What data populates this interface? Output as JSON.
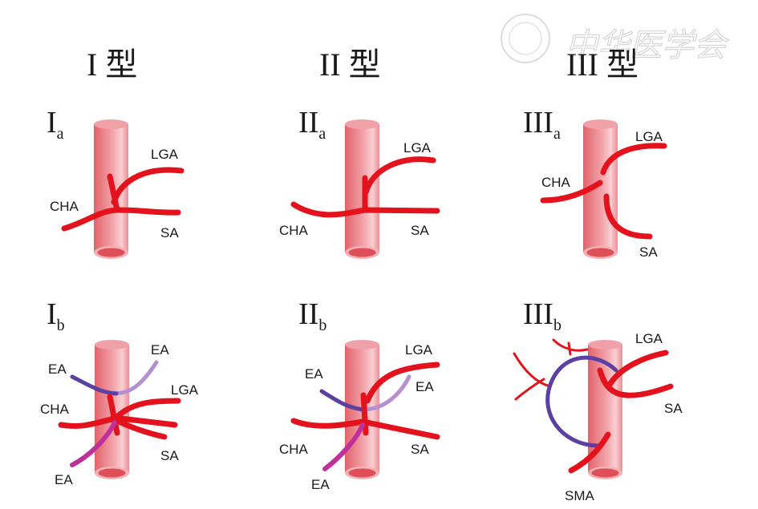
{
  "watermark": {
    "text": "中华医学会"
  },
  "headings": [
    {
      "roman": "I",
      "suffix": "型"
    },
    {
      "roman": "II",
      "suffix": "型"
    },
    {
      "roman": "III",
      "suffix": "型"
    }
  ],
  "panels": {
    "Ia": {
      "roman": "I",
      "sub": "a",
      "labels": {
        "lga": "LGA",
        "cha": "CHA",
        "sa": "SA"
      }
    },
    "IIa": {
      "roman": "II",
      "sub": "a",
      "labels": {
        "lga": "LGA",
        "cha": "CHA",
        "sa": "SA"
      }
    },
    "IIIa": {
      "roman": "III",
      "sub": "a",
      "labels": {
        "lga": "LGA",
        "cha": "CHA",
        "sa": "SA"
      }
    },
    "Ib": {
      "roman": "I",
      "sub": "b",
      "labels": {
        "ea_left": "EA",
        "ea_right": "EA",
        "lga": "LGA",
        "cha": "CHA",
        "sa": "SA",
        "ea_bottom": "EA"
      }
    },
    "IIb": {
      "roman": "II",
      "sub": "b",
      "labels": {
        "lga": "LGA",
        "ea_left": "EA",
        "ea_right": "EA",
        "cha": "CHA",
        "sa": "SA",
        "ea_bottom": "EA"
      }
    },
    "IIIb": {
      "roman": "III",
      "sub": "b",
      "labels": {
        "lga": "LGA",
        "sa": "SA",
        "sma": "SMA"
      }
    }
  },
  "colors": {
    "artery": "#e4121c",
    "aorta": "#e8737a",
    "vein": "#5b3fa3"
  }
}
